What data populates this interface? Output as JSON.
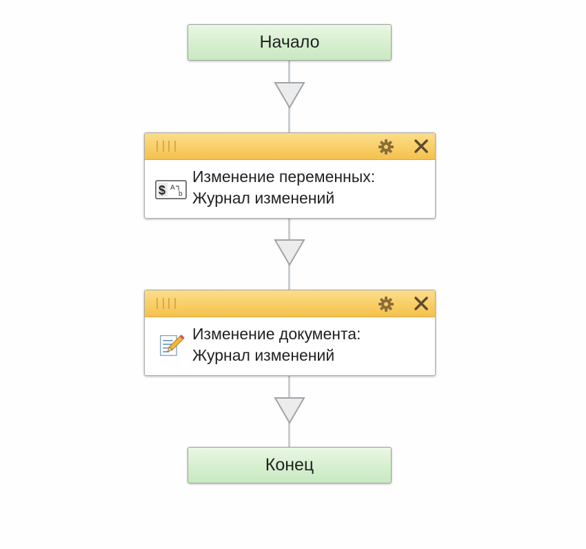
{
  "flow": {
    "start_label": "Начало",
    "end_label": "Конец",
    "actions": [
      {
        "title_line1": "Изменение переменных:",
        "title_line2": "Журнал изменений",
        "icon": "variables-icon"
      },
      {
        "title_line1": "Изменение документа:",
        "title_line2": "Журнал изменений",
        "icon": "document-edit-icon"
      }
    ]
  },
  "colors": {
    "start_end_fill": "#d6efcf",
    "action_header": "#f8cd63",
    "connector": "#c9ccd0"
  }
}
